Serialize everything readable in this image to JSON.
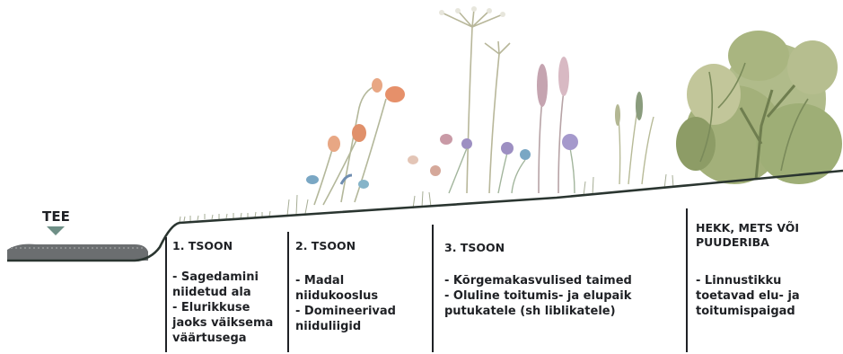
{
  "road": {
    "label": "TEE"
  },
  "zones": [
    {
      "title": "1. TSOON",
      "lines": [
        "- Sagedamini",
        "niidetud ala",
        "- Elurikkuse",
        "jaoks väiksema",
        "väärtusega"
      ]
    },
    {
      "title": "2. TSOON",
      "lines": [
        "- Madal",
        "niidukooslus",
        "- Domineerivad",
        "niiduliigid"
      ]
    },
    {
      "title": "3. TSOON",
      "lines": [
        "- Kõrgemakasvulised taimed",
        "- Oluline toitumis- ja elupaik",
        "putukatele (sh liblikatele)"
      ]
    },
    {
      "title_lines": [
        "HEKK, METS VÕI",
        "PUUDERIBA"
      ],
      "lines": [
        "- Linnustikku",
        "toetavad elu- ja",
        "toitumispaigad"
      ]
    }
  ],
  "colors": {
    "text": "#1f2125",
    "ground_line": "#2a3530",
    "road": "#6b6e70",
    "marker": "#6e8f86",
    "grass": "#9aa88a",
    "shrub": "#a3b07a",
    "shrub_dark": "#6f7e4f",
    "flower_orange": "#e0906a",
    "flower_blue": "#7aa7c4",
    "flower_purple": "#9d8fc2",
    "flower_pink": "#c99aa6"
  },
  "icons": [
    "road-marker-icon",
    "hedge-icon",
    "flower-icon",
    "grass-icon"
  ]
}
